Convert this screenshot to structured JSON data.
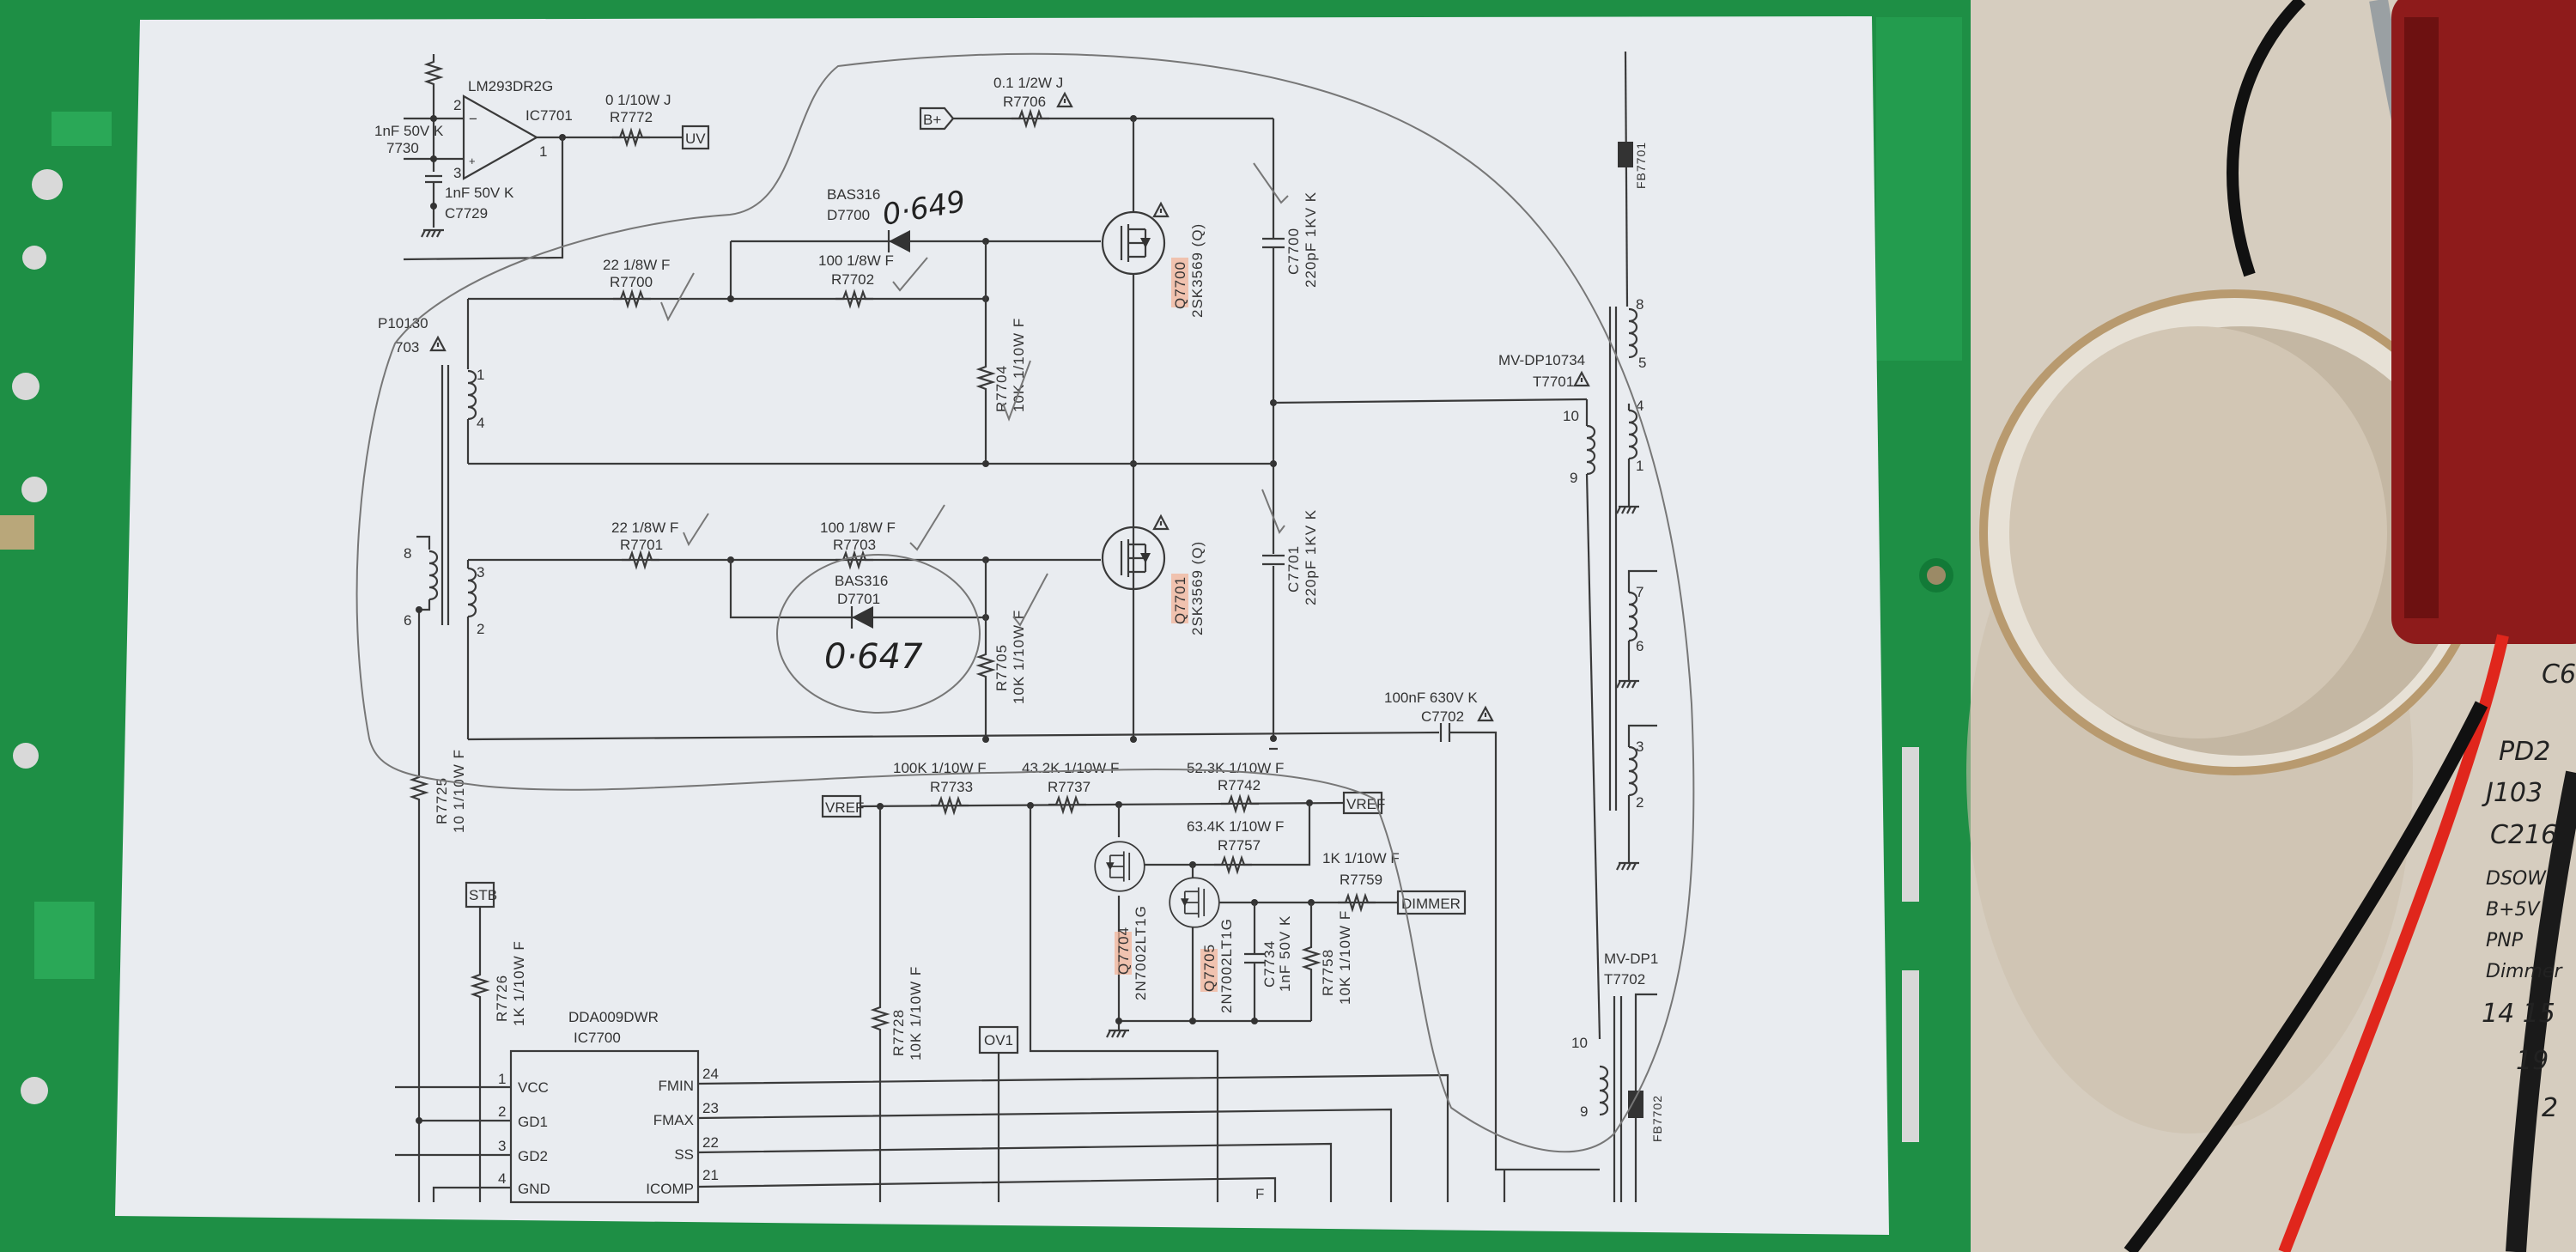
{
  "schematic": {
    "ic7701": {
      "part": "LM293DR2G",
      "ref": "IC7701",
      "pin_inv": "2",
      "pin_noninv": "3",
      "pin_out": "1",
      "minus": "−",
      "plus": "+"
    },
    "c7730": {
      "value": "1nF 50V K",
      "ref": "7730"
    },
    "c7729": {
      "value": "1nF 50V K",
      "ref": "C7729"
    },
    "r7772": {
      "value": "0 1/10W J",
      "ref": "R7772"
    },
    "uv": "UV",
    "bplus": "B+",
    "r7706": {
      "value": "0.1 1/2W J",
      "ref": "R7706"
    },
    "t7703": {
      "part": "P10130",
      "ref": "703",
      "pins": [
        "1",
        "4",
        "8",
        "6",
        "3",
        "2"
      ]
    },
    "r7700": {
      "value": "22 1/8W F",
      "ref": "R7700"
    },
    "r7702": {
      "value": "100 1/8W F",
      "ref": "R7702"
    },
    "d7700": {
      "part": "BAS316",
      "ref": "D7700"
    },
    "r7704": {
      "value": "10K 1/10W F",
      "ref": "R7704"
    },
    "q7700": {
      "ref": "Q7700",
      "part": "2SK3569 (Q)"
    },
    "c7700": {
      "ref": "C7700",
      "value": "220pF 1KV K"
    },
    "r7701": {
      "value": "22 1/8W F",
      "ref": "R7701"
    },
    "r7703": {
      "value": "100 1/8W F",
      "ref": "R7703"
    },
    "d7701": {
      "part": "BAS316",
      "ref": "D7701"
    },
    "r7705": {
      "value": "10K 1/10W F",
      "ref": "R7705"
    },
    "q7701": {
      "ref": "Q7701",
      "part": "2SK3569 (Q)"
    },
    "c7701": {
      "ref": "C7701",
      "value": "220pF 1KV K"
    },
    "c7702": {
      "value": "100nF 630V K",
      "ref": "C7702"
    },
    "t7701": {
      "part": "MV-DP10734",
      "ref": "T7701",
      "pins": [
        "10",
        "9",
        "8",
        "5",
        "4",
        "1",
        "7",
        "6",
        "3",
        "2"
      ]
    },
    "fb7701": {
      "ref": "FB7701"
    },
    "t7702": {
      "part": "MV-DP1",
      "ref": "T7702",
      "pins": [
        "10",
        "9"
      ]
    },
    "fb7702": {
      "ref": "FB7702"
    },
    "r7725": {
      "ref": "R7725",
      "value": "10 1/10W F"
    },
    "stb": "STB",
    "r7726": {
      "ref": "R7726",
      "value": "1K 1/10W F"
    },
    "vref_left": "VREF",
    "vref_right": "VREF",
    "r7733": {
      "value": "100K 1/10W F",
      "ref": "R7733"
    },
    "r7737": {
      "value": "43.2K 1/10W F",
      "ref": "R7737"
    },
    "r7742": {
      "value": "52.3K 1/10W F",
      "ref": "R7742"
    },
    "r7757": {
      "value": "63.4K 1/10W F",
      "ref": "R7757"
    },
    "r7759": {
      "value": "1K 1/10W F",
      "ref": "R7759"
    },
    "dimmer": "DIMMER",
    "q7704": {
      "ref": "Q7704",
      "part": "2N7002LT1G"
    },
    "q7705": {
      "ref": "Q7705",
      "part": "2N7002LT1G"
    },
    "c7734": {
      "ref": "C7734",
      "value": "1nF 50V K"
    },
    "r7758": {
      "ref": "R7758",
      "value": "10K 1/10W F"
    },
    "r7728": {
      "ref": "R7728",
      "value": "10K 1/10W F"
    },
    "ov1": "OV1",
    "ic7700": {
      "part": "DDA009DWR",
      "ref": "IC7700",
      "left_pins": [
        {
          "num": "1",
          "name": "VCC"
        },
        {
          "num": "2",
          "name": "GD1"
        },
        {
          "num": "3",
          "name": "GD2"
        },
        {
          "num": "4",
          "name": "GND"
        }
      ],
      "right_pins": [
        {
          "num": "24",
          "name": "FMIN"
        },
        {
          "num": "23",
          "name": "FMAX"
        },
        {
          "num": "22",
          "name": "SS"
        },
        {
          "num": "21",
          "name": "ICOMP"
        }
      ]
    },
    "edge_f": "F"
  },
  "handwritten": {
    "d7700_reading": "0·649",
    "d7701_reading": "0·647"
  },
  "table_notes": [
    "C6",
    "PD2",
    "J103",
    "C216",
    "DSOW",
    "B+5V",
    "PNP",
    "Dimmer",
    "14 15",
    "19",
    "2"
  ],
  "colors": {
    "pcb": "#1e8f45",
    "paper": "#e9ecf0",
    "ink": "#3a3a3a",
    "highlight": "#f2b49a",
    "cloth": "#d6cdbf",
    "meter": "#8e1b1b",
    "wire_red": "#e0261c"
  }
}
